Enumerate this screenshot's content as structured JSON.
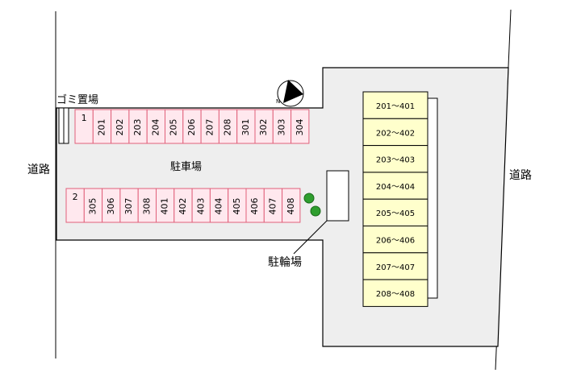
{
  "labels": {
    "road_left": "道路",
    "road_right": "道路",
    "garbage": "ゴミ置場",
    "parking": "駐車場",
    "bicycle": "駐輪場",
    "compass_n": "N"
  },
  "parking_row_top": [
    "1",
    "201",
    "202",
    "203",
    "204",
    "205",
    "206",
    "207",
    "208",
    "301",
    "302",
    "303",
    "304"
  ],
  "parking_row_bottom": [
    "2",
    "305",
    "306",
    "307",
    "308",
    "401",
    "402",
    "403",
    "404",
    "405",
    "406",
    "407",
    "408"
  ],
  "building_units": [
    "201～401",
    "202～402",
    "203～403",
    "204～404",
    "205～405",
    "206～406",
    "207～407",
    "208～408"
  ],
  "colors": {
    "lot": "#eeeeee",
    "parking_fill": "#ffe8ee",
    "parking_stroke": "#e0607a",
    "building_fill": "#ffffcc",
    "tree": "#2e9e2e"
  }
}
